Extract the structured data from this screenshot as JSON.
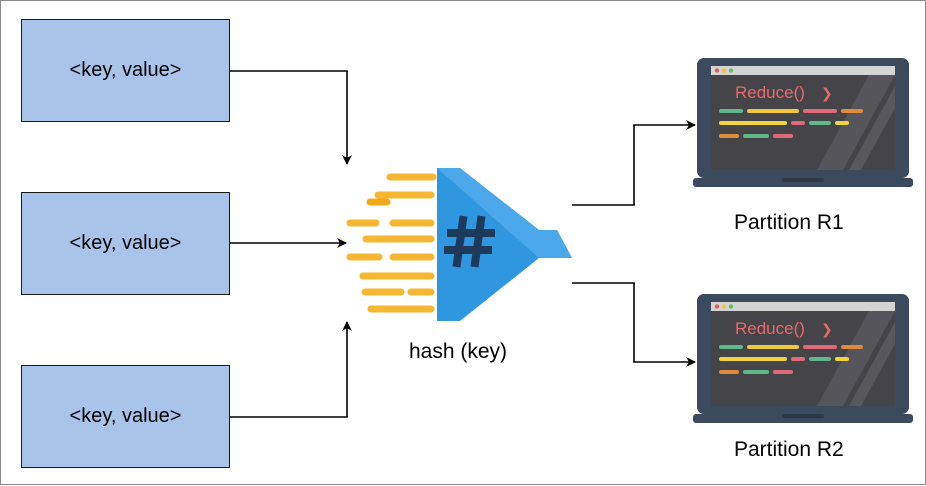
{
  "inputs": [
    {
      "label": "<key, value>"
    },
    {
      "label": "<key, value>"
    },
    {
      "label": "<key, value>"
    }
  ],
  "hash": {
    "label": "hash (key)"
  },
  "partitions": [
    {
      "label": "Partition R1",
      "screen_text": "Reduce()",
      "screen_glyph": "❯"
    },
    {
      "label": "Partition R2",
      "screen_text": "Reduce()",
      "screen_glyph": "❯"
    }
  ],
  "colors": {
    "box_fill": "#a9c4eb",
    "funnel": "#2f96e0",
    "speed_lines": "#f5b731",
    "laptop_body": "#3b4a5c",
    "laptop_screen": "#444449"
  },
  "icons": {
    "funnel": "hash-funnel-icon",
    "laptop": "laptop-icon"
  }
}
